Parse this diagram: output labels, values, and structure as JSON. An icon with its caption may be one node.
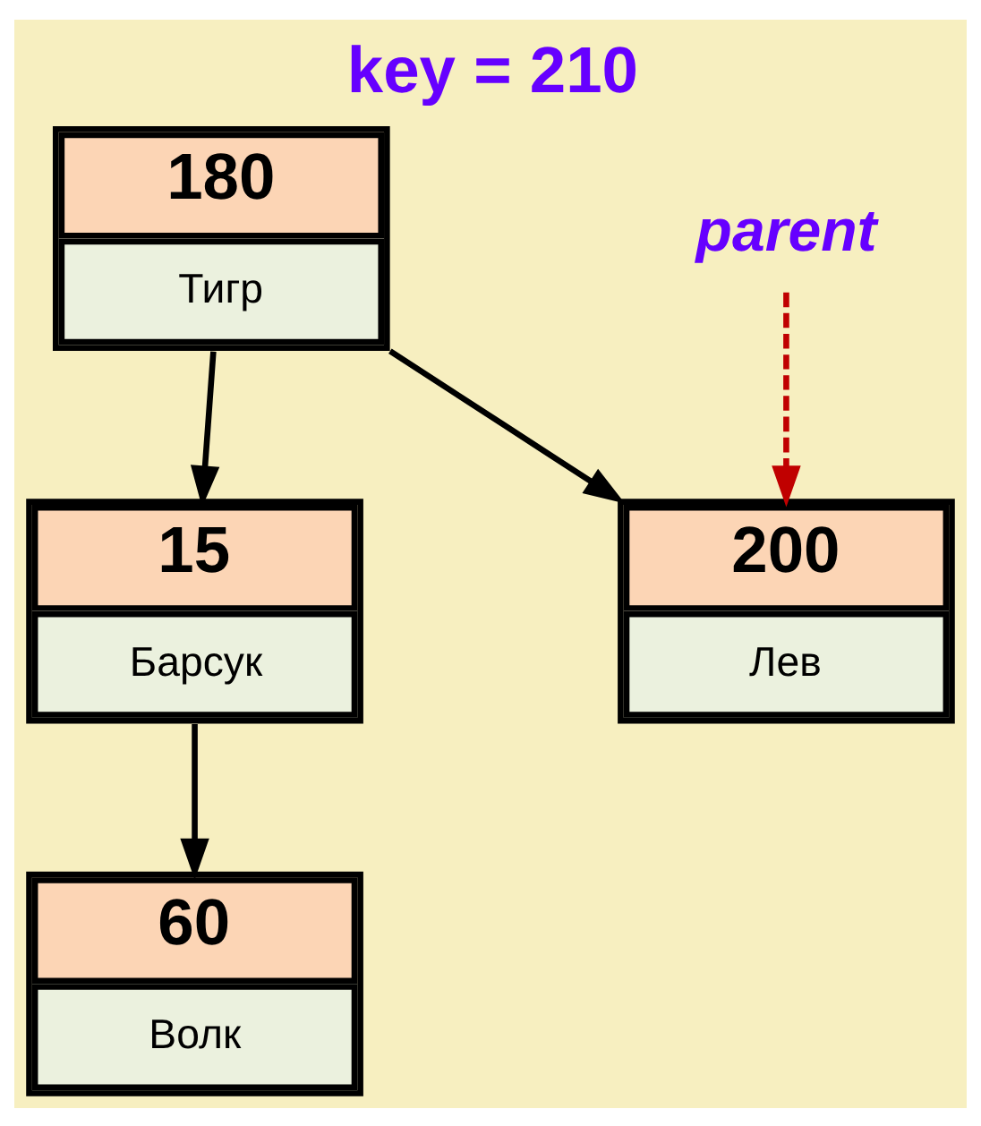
{
  "diagram": {
    "title": "key = 210",
    "nodes": [
      {
        "text": [
          "180",
          "Тигр"
        ]
      },
      {
        "text": [
          "15",
          "Барсук"
        ]
      },
      {
        "text": [
          "200",
          "Лев"
        ]
      },
      {
        "text": [
          "60",
          "Волк"
        ]
      },
      {
        "text": [
          "parent"
        ]
      }
    ],
    "edges": [
      {
        "from": 0,
        "to": 1,
        "arrow": "to"
      },
      {
        "from": 0,
        "to": 2,
        "arrow": "to"
      },
      {
        "from": 1,
        "to": 3,
        "arrow": "to"
      },
      {
        "from": 4,
        "to": 2,
        "arrow": "to",
        "style": "dashed",
        "color": "#c00000"
      }
    ]
  }
}
